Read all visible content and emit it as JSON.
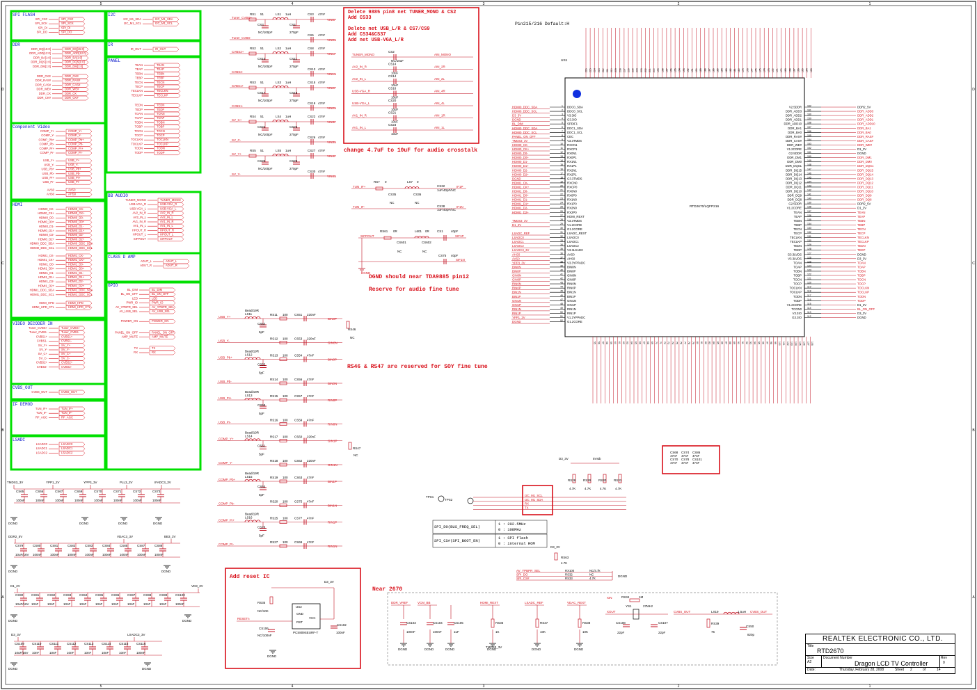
{
  "header": {
    "pin_note": "Pin215/216 Default:H",
    "chip_name": "RTD2670/LQFP216",
    "chip_ref": "US1"
  },
  "groups": [
    {
      "title": "SPI FLASH",
      "signals": [
        "SPI_CS#",
        "SPI_SCK",
        "SPI_DI",
        "SPI_DO"
      ]
    },
    {
      "title": "I2C",
      "signals": [
        "I2C_M1_SDA",
        "I2C_M1_SCL"
      ]
    },
    {
      "title": "DDR",
      "signals": [
        "DDR_DQ[15:0]",
        "DDR_ADD[12:0]",
        "DDR_BA[1:0]",
        "DDR_DQS[1:0]",
        "DDR_DM[1:0]",
        "DDR_CKE",
        "DDR_RAS#",
        "DDR_CAS#",
        "DDR_WE#",
        "DDR_CK",
        "DDR_CK#"
      ]
    },
    {
      "title": "IR",
      "signals": [
        "IR_OUT"
      ]
    },
    {
      "title": "PANEL",
      "signals": [
        "TEAN",
        "TEAP",
        "TEBN",
        "TEBP",
        "TECN",
        "TECP",
        "TECLKN",
        "TECLKP",
        "TEDN",
        "TEDP",
        "TOAN",
        "TOAP",
        "TOBN",
        "TOBP",
        "TOCN",
        "TOCP",
        "TOCLKN",
        "TOCLKP",
        "TODN",
        "TODP"
      ]
    },
    {
      "title": "Component Video",
      "signals": [
        "COMP_Y+",
        "COMP_Y-",
        "COMP_Pb+",
        "COMP_Pb-",
        "COMP_Pr+",
        "COMP_Pr-",
        "USB_Y+",
        "USB_Y-",
        "USB_Pb+",
        "USB_Pb-",
        "USB_Pr+",
        "USB_Pr-",
        "AVS0",
        "AHS0"
      ]
    },
    {
      "title": "BB AUDIO",
      "signals": [
        "TUNER_MONO",
        "USB-VGA_R",
        "USB-VGA_L",
        "AV2_IN_R",
        "AV2_IN_L",
        "AV1_IN_R",
        "AV1_IN_L",
        "HPOUT_R",
        "HPOUT_L",
        "SIFPOUT"
      ]
    },
    {
      "title": "HDMI",
      "signals": [
        "HDMI0_CK-",
        "HDMI0_CK+",
        "HDMI0_D0-",
        "HDMI0_D0+",
        "HDMI0_D1-",
        "HDMI0_D1+",
        "HDMI0_D2-",
        "HDMI0_D2+",
        "HDMI0_DDC_SDA",
        "HDMI0_DDC_SCL",
        "HDMI1_CK-",
        "HDMI1_CK+",
        "HDMI1_D0-",
        "HDMI1_D0+",
        "HDMI1_D1-",
        "HDMI1_D1+",
        "HDMI1_D2-",
        "HDMI1_D2+",
        "HDMI1_DDC_SDA",
        "HDMI1_DDC_SCL",
        "HDMI_HPD",
        "HDMI_HPD_CTL"
      ]
    },
    {
      "title": "CLASS D AMP",
      "signals": [
        "ADUT_L",
        "ADUT_R"
      ]
    },
    {
      "title": "GPIO",
      "signals": [
        "BL_DIM",
        "BL_ON_OFF",
        "LED",
        "PWR_IO",
        "AV_YPBPR_SEL",
        "AV_USB_SEL",
        "POWER_ON",
        "PANEL_ON_OFF",
        "AMP_MUTE",
        "TX",
        "RX"
      ]
    },
    {
      "title": "VIDEO DECODER IN",
      "signals": [
        "Tuner_CVBS+",
        "Tuner_CVBS-",
        "CVBS1+",
        "CVBS1-",
        "SV_Y+",
        "SV_Y-",
        "SV_C+",
        "SV_C-",
        "CVBS2+",
        "CVBS2-"
      ]
    },
    {
      "title": "CVBS_OUT",
      "signals": [
        "CVBS_OUT"
      ]
    },
    {
      "title": "IF DEMOD",
      "signals": [
        "TUN_IF+",
        "TUN_IF-",
        "RF_AGC"
      ]
    },
    {
      "title": "LSADC",
      "signals": [
        "LSADC0",
        "LSADC1",
        "LSADC2"
      ]
    }
  ],
  "notes": {
    "box1": [
      "Delete 9885 pin8 net TUNER_MONO & CS2",
      "Add CS33",
      "",
      "Delete net USB_L/R & CS7/CS9",
      "Add CS34&CS37",
      "Add net USB-VGA_L/R"
    ],
    "audio_crosstalk": "change 4.7uF to 10uF for audio crosstalk",
    "dgnd_near": "DGND should near TDA9885 pin12",
    "reserve_audio": "Reserve for audio fine tune",
    "rs46_note": "RS46 & RS47 are reserved for SOY fine tune",
    "reset_title": "Add reset IC",
    "near_title": "Near 2670"
  },
  "cvbs_inputs": {
    "rows": [
      {
        "net": "Tuner_CVBS+",
        "rs": "RS1",
        "r": "51",
        "ls": "LS1",
        "l": "1uH",
        "cap": "CS3",
        "c": "47nF",
        "out": "VIN0P",
        "cs_r": "CS3",
        "nc": "NC/100pF",
        "cs_c": "CS4",
        "c2": "270pF"
      },
      {
        "net": "CVBS2+",
        "rs": "RS2",
        "r": "51",
        "ls": "LS2",
        "l": "1uH",
        "cap": "CS8",
        "c": "47nF",
        "out": "VIN1P",
        "cs_r": "CS10",
        "nc": "NC/100pF",
        "cs_c": "CS11",
        "c2": "270pF"
      },
      {
        "net": "SVBS1+",
        "rs": "RS3",
        "r": "51",
        "ls": "LS3",
        "l": "1uH",
        "cap": "CS15",
        "c": "47nF",
        "out": "VIN2P",
        "cs_r": "CS17",
        "nc": "NC/100pF",
        "cs_c": "CS18",
        "c2": "270pF"
      },
      {
        "net": "SV_C+",
        "rs": "RS4",
        "r": "51",
        "ls": "LS4",
        "l": "1uH",
        "cap": "CS22",
        "c": "47nF",
        "out": "VIN3P",
        "cs_r": "CS24",
        "nc": "NC/100pF",
        "cs_c": "CS25",
        "c2": "270pF"
      },
      {
        "net": "SV_Y+",
        "rs": "RS5",
        "r": "51",
        "ls": "LS5",
        "l": "1uH",
        "cap": "CS27",
        "c": "47nF",
        "out": "VIN4P",
        "cs_r": "CS28",
        "nc": "NC/100pF",
        "cs_c": "CS29",
        "c2": "270pF"
      }
    ],
    "neg_nets": [
      {
        "net": "Tuner_CVBS-",
        "cap": "CS5",
        "c": "47nF",
        "out": "VIN0N"
      },
      {
        "net": "CVBS2-",
        "cap": "CS13",
        "c": "47nF",
        "out": "VIN1N"
      },
      {
        "net": "CVBS1-",
        "cap": "CS19",
        "c": "47nF",
        "out": "VIN2N"
      },
      {
        "net": "SV_C-",
        "cap": "CS26",
        "c": "47nF",
        "out": "VIN3N"
      },
      {
        "net": "SV_Y-",
        "cap": "CS30",
        "c": "47nF",
        "out": "VIN4N"
      }
    ]
  },
  "audio_caps": [
    {
      "net": "TUNER_MONO",
      "cap": "CS2",
      "v": "NC/10uF",
      "out": "AIN_MONO"
    },
    {
      "net": "AV2_IN_R",
      "cap": "CS14",
      "v": "10uF",
      "out": "AIN_2R"
    },
    {
      "net": "AV2_IN_L",
      "cap": "CS14",
      "v": "10uF",
      "out": "AIN_2L"
    },
    {
      "net": "USB-VGA_R",
      "cap": "CS16",
      "v": "10uF",
      "out": "AIN_4R"
    },
    {
      "net": "USB-VGA_L",
      "cap": "CS20",
      "v": "10uF",
      "out": "AIN_4L"
    },
    {
      "net": "AV1_IN_R",
      "cap": "CS21",
      "v": "10uF",
      "out": "AIN_1R"
    },
    {
      "net": "AV1_IN_L",
      "cap": "CS23",
      "v": "10uF",
      "out": "AIN_1L"
    }
  ],
  "bead_rows": [
    {
      "net": "USB_Y+",
      "out": "BIN0P",
      "r": "RS11",
      "rv": "100",
      "c": "CS51",
      "cv": "220nF"
    },
    {
      "net": "USB_Y-",
      "out": "GIN0N",
      "r": "RS12",
      "rv": "100",
      "c": "CS53",
      "cv": "220nF"
    },
    {
      "net": "USB_Pb+",
      "out": "BIN0P",
      "r": "RS13",
      "rv": "100",
      "c": "CS54",
      "cv": "47nF"
    },
    {
      "net": "USB_Pb-",
      "out": "BIN0N",
      "r": "RS14",
      "rv": "100",
      "c": "CS56",
      "cv": "47nF"
    },
    {
      "net": "USB_Pr+",
      "out": "RIN0P",
      "r": "RS15",
      "rv": "100",
      "c": "CS57",
      "cv": "47nF"
    },
    {
      "net": "USB_Pr-",
      "out": "RIN0N",
      "r": "RS16",
      "rv": "100",
      "c": "CS59",
      "cv": "47nF"
    },
    {
      "net": "COMP_Y+",
      "out": "GIN1P",
      "r": "RS17",
      "rv": "100",
      "c": "CS60",
      "cv": "220nF"
    },
    {
      "net": "COMP_Y-",
      "out": "GIN1N",
      "r": "RS18",
      "rv": "100",
      "c": "CS62",
      "cv": "220nF"
    },
    {
      "net": "COMP_Pb+",
      "out": "BIN1P",
      "r": "RS19",
      "rv": "100",
      "c": "CS63",
      "cv": "47nF"
    },
    {
      "net": "COMP_Pb-",
      "out": "BIN1N",
      "r": "RS20",
      "rv": "100",
      "c": "CS75",
      "cv": "47nF"
    },
    {
      "net": "COMP_Pr+",
      "out": "RIN1P",
      "r": "RS25",
      "rv": "100",
      "c": "CS77",
      "cv": "47nF"
    },
    {
      "net": "COMP_Pr-",
      "out": "RIN1N",
      "r": "RS27",
      "rv": "100",
      "c": "CS69",
      "cv": "47nF"
    }
  ],
  "chip_left_pins": [
    "DDC0_SDA",
    "DDC0_SCL",
    "V3.3IO",
    "G3.3IO",
    "SPDIF1",
    "DDC1_SDA",
    "DDC1_SCL",
    "CEC",
    "V3.3TMDS",
    "RXCN1",
    "RXCP1",
    "RX0N1",
    "RX0P1",
    "RX1N1",
    "RX1P1",
    "RX2N1",
    "RX2P1",
    "G3.3TMDS",
    "RXCN0",
    "RXCP0",
    "RX0N0",
    "RX0P0",
    "RX1N0",
    "RX1P0",
    "RX2N0",
    "RX2P0",
    "HDMI_REXT",
    "V3.3TMDS",
    "V1.2CORE",
    "G1.2CORE",
    "LSADC_REXT",
    "LSADC0",
    "LSADC1",
    "LSADC2",
    "V3.3LSADC",
    "AVS0",
    "AHS0",
    "V3.3YPPADC",
    "BIN0N",
    "BIN0P",
    "GIN0N",
    "GIN0P",
    "RIN0N",
    "RIN0P",
    "BIN1N",
    "BIN1P",
    "GIN1N",
    "GIN1P",
    "RIN1N",
    "RIN1P",
    "V1.2YPPADC",
    "G1.2CORE"
  ],
  "chip_right_pins": [
    "V2.5DDR",
    "DDR_ADD3",
    "DDR_ADD2",
    "DDR_ADD1",
    "DDR_ADD10",
    "DDR_BA1",
    "DDR_BA0",
    "DDR_RAS#",
    "DDR_CAS#",
    "DDR_WE#",
    "V1.2CORE",
    "G2.5DDR",
    "DDR_DM1",
    "DDR_DM0",
    "DDR_DQS1",
    "DDR_DQ15",
    "DDR_DQ14",
    "DDR_DQ13",
    "DDR_DQ12",
    "DDR_DQ11",
    "DDR_DQ10",
    "DDR_DQ9",
    "DDR_DQ8",
    "G2.5DDR",
    "V1.2CORE",
    "TEAN",
    "TEAP",
    "TEBN",
    "TEBP",
    "TECN",
    "TECP",
    "TECLKN",
    "TECLKP",
    "TEDN",
    "TEDP",
    "G3.3LVDS",
    "V3.3LVDS",
    "TOAN",
    "TOAP",
    "TOBN",
    "TOBP",
    "TOCN",
    "TOCP",
    "TOCLKN",
    "TOCLKP",
    "TODN",
    "TODP",
    "V1.2CORE",
    "TCON0",
    "V3.3IO",
    "G3.3IO"
  ],
  "chip_right_nets": [
    "DDR2_5V",
    "DDR_ADD3",
    "DDR_ADD2",
    "DDR_ADD1",
    "DDR_ADD10",
    "DDR_BA1",
    "DDR_BA0",
    "DDR_RAS#",
    "DDR_CAS#",
    "DDR_WE#",
    "D1_2V",
    "DGND",
    "DDR_DM1",
    "DDR_DM0",
    "DDR_DQS1",
    "DDR_DQ15",
    "DDR_DQ14",
    "DDR_DQ13",
    "DDR_DQ12",
    "DDR_DQ11",
    "DDR_DQ10",
    "DDR_DQ9",
    "DDR_DQ8",
    "DDR2_5V",
    "D1_2V",
    "TEAN",
    "TEAP",
    "TEBN",
    "TEBP",
    "TECN",
    "TECP",
    "TECLKN",
    "TECLKP",
    "TEDN",
    "TEDP",
    "DGND",
    "D3_3V",
    "TOAN",
    "TOAP",
    "TOBN",
    "TOBP",
    "TOCN",
    "TOCP",
    "TOCLKN",
    "TOCLKP",
    "TODN",
    "TODP",
    "D1_2V",
    "BL_ON_OFF",
    "D3_3V",
    "DGND"
  ],
  "chip_left_nets": [
    "HDMI0_DDC_SDA",
    "HDMI0_DDC_SCL",
    "D3_3V",
    "DGND",
    "BL_DIM",
    "HDMI0_DDC_SDA",
    "HDMI0_DDC_SCL",
    "PANEL_ON_OFF",
    "TMDS3_3V",
    "HDMI0_CK-",
    "HDMI0_CK+",
    "HDMI0_D0-",
    "HDMI0_D0+",
    "HDMI0_D1-",
    "HDMI0_D1+",
    "HDMI0_D2-",
    "HDMI0_D2+",
    "DGND",
    "HDMI1_CK-",
    "HDMI1_CK+",
    "HDMI1_D0-",
    "HDMI1_D0+",
    "HDMI1_D1-",
    "HDMI1_D1+",
    "HDMI1_D2-",
    "HDMI1_D2+",
    "",
    "TMDS3_3V",
    "D1_2V",
    "",
    "LSADC_REF",
    "LSADC0",
    "LSADC1",
    "LSADC2",
    "LSADC3_3V",
    "AHS0",
    "AVS0",
    "YPP3_3V",
    "BIN0N",
    "BIN0P",
    "GIN0N",
    "GIN0P",
    "RIN0N",
    "RIN0P",
    "BIN1N",
    "BIN1P",
    "GIN1N",
    "GIN1P",
    "RIN1N",
    "RIN1P",
    "YPP1_2V",
    "DGND"
  ],
  "decoupling": {
    "row1_rails": [
      "TMDS3_3V",
      "YPP1_2V",
      "YPP3_3V",
      "PLL3_3V",
      "IFADC3_3V"
    ],
    "row1_caps": [
      [
        "CS65",
        "100nF"
      ],
      [
        "CS66",
        "100nF"
      ],
      [
        "CS67",
        "100nF"
      ],
      [
        "CS69",
        "100nF"
      ],
      [
        "CS70",
        "100nF"
      ],
      [
        "CS71",
        "100nF"
      ],
      [
        "CS72",
        "100nF"
      ],
      [
        "CS73",
        "100nF"
      ]
    ],
    "row2_rails": [
      "DDR2_5V",
      "VDAC3_3V",
      "BB3_3V"
    ],
    "row2_caps": [
      [
        "CS79",
        "10uF/16V"
      ],
      [
        "CS80",
        "100nF"
      ],
      [
        "CS81",
        "100nF"
      ],
      [
        "CS82",
        "100nF"
      ],
      [
        "CS83",
        "100nF"
      ],
      [
        "CS84",
        "100nF"
      ],
      [
        "CS85",
        "100nF"
      ],
      [
        "CS87",
        "100nF"
      ],
      [
        "CS88",
        "100nF"
      ]
    ],
    "row3_rails": [
      "D1_2V",
      "VD3_3V"
    ],
    "row3_caps": [
      [
        "CS90",
        "10uF/16V"
      ],
      [
        "CS91",
        "10nF"
      ],
      [
        "CS92",
        "10nF"
      ],
      [
        "CS93",
        "10nF"
      ],
      [
        "CS94",
        "10nF"
      ],
      [
        "CS95",
        "10nF"
      ],
      [
        "CS96",
        "10nF"
      ],
      [
        "CS97",
        "10nF"
      ],
      [
        "CS98",
        "10nF"
      ],
      [
        "CS99",
        "10nF"
      ],
      [
        "CS100",
        "100nF"
      ]
    ],
    "row4_rails": [
      "D3_3V",
      "LSADC3_3V"
    ],
    "row4_caps": [
      [
        "CS109",
        "10uF/16V"
      ],
      [
        "CS110",
        "10nF"
      ],
      [
        "CS111",
        "10nF"
      ],
      [
        "CS112",
        "10nF"
      ],
      [
        "CS113",
        "10nF"
      ],
      [
        "CS114",
        "10nF"
      ],
      [
        "CS115",
        "10nF"
      ],
      [
        "CS116",
        "100nF"
      ]
    ],
    "gnd": "DGND"
  },
  "reset": {
    "ic": "US2",
    "part": "PCS809SEURF-T",
    "rail": "D3_3V",
    "net": "RESETn",
    "r": "RS35",
    "rv": "NC/10K",
    "c": "CS106",
    "cv": "NC/100nF",
    "c2": "CS102",
    "c2v": "100nF",
    "pins": [
      "GND",
      "RST",
      "VCC"
    ]
  },
  "strap": {
    "tps": [
      "TPS1",
      "TPS2"
    ],
    "nets": [
      "I2C_M1_SCL",
      "I2C_M1_SDA",
      "RX",
      "TX"
    ],
    "pullups": [
      [
        "RS28",
        "4.7K"
      ],
      [
        "RS29",
        "4.7K"
      ],
      [
        "RS30",
        "4.7K"
      ],
      [
        "RS31",
        "4.7K"
      ]
    ],
    "rail": "D3_3V",
    "rail2": "5Vstb",
    "table": [
      [
        "SPI_DO(BUS_FREQ_SEL)",
        "1 : 202.5MHz",
        "0 : 108MHz"
      ],
      [
        "SPI_CS#(SPI_BOOT_EN)",
        "1 : SPI flash",
        "0 : internal ROM"
      ]
    ]
  },
  "spi_sel": {
    "rail": "D3_3V",
    "r": "RS63",
    "rv": "4.7K",
    "nets": [
      "AV_YPBPR_SEL",
      "SPI_DO",
      "SPI_CS#"
    ],
    "res": [
      [
        "RX100",
        "NC/4.7k"
      ],
      [
        "RS32",
        "NC"
      ],
      [
        "RS33",
        "4.7K"
      ]
    ]
  },
  "near2670": {
    "items": [
      {
        "net": "DDR_VREF",
        "ref": "CS103",
        "v": "100nF"
      },
      {
        "net": "VCM_BB",
        "ref": "CS104",
        "v": "100nF"
      },
      {
        "net": "",
        "ref": "CS105",
        "v": "1uF"
      },
      {
        "net": "HDMI_REXT",
        "ref": "RS36",
        "v": "1K"
      },
      {
        "net": "LSADC_REF",
        "ref": "RS37",
        "v": "10K"
      },
      {
        "net": "VDAC_REXT",
        "ref": "RS38",
        "v": "10K"
      }
    ],
    "xtal": {
      "ref": "YS1",
      "freq": "27MHz",
      "rf": "RS34",
      "rfv": "1M",
      "c1": "CS108",
      "c1v": "22pF",
      "c2": "CS107",
      "c2v": "22pF",
      "nets": [
        "XIN",
        "XOUT"
      ]
    },
    "cvbs": {
      "net": "CVBS_OUT",
      "r": "RS39",
      "rv": "75",
      "l": "LX19",
      "lv": "1.5uH",
      "c": "CS50",
      "cv": "820p",
      "out": "CVBS_OUT"
    },
    "tmds": "TMDS3_3V",
    "gnd": "DGND"
  },
  "ddr_caps": {
    "items": [
      [
        "CS68",
        "47nF"
      ],
      [
        "CS74",
        "47nF"
      ],
      [
        "CS86",
        "47nF"
      ],
      [
        "CS70",
        "47nF"
      ],
      [
        "CS78",
        "47nF"
      ],
      [
        "CS101",
        "47nF"
      ]
    ]
  },
  "title_block": {
    "company": "REALTEK ELECTRONIC CO., LTD.",
    "title_label": "Title",
    "title": "RTD2670",
    "size_label": "Size",
    "size": "A2",
    "docnum_label": "Document Number",
    "docnum": "Dragon LCD TV Controller",
    "rev_label": "Rev",
    "rev": "0",
    "date_label": "Date:",
    "date": "Thursday, February 28, 2008",
    "sheet_label": "Sheet",
    "sheet": "2",
    "of": "of",
    "total": "14"
  },
  "colors": {
    "green": "#00e000",
    "red": "#d8101a",
    "blue": "#0010c8",
    "wire": "#c21020",
    "black": "#000000"
  }
}
